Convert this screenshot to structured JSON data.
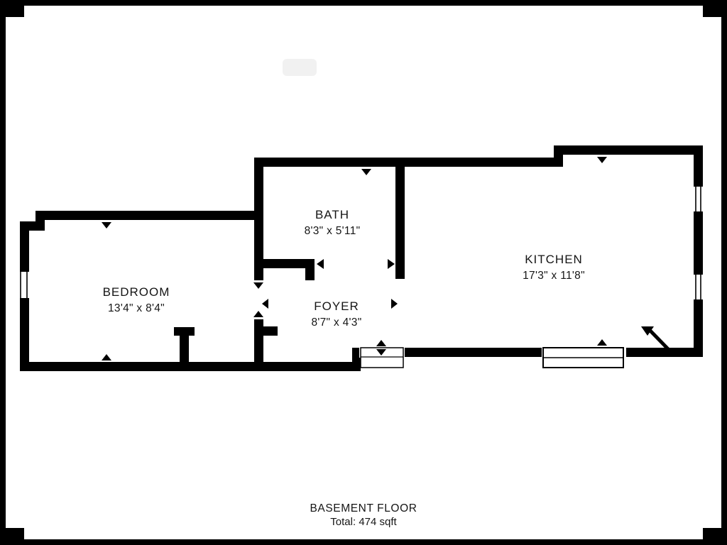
{
  "meta": {
    "title": "BASEMENT FLOOR",
    "total": "Total: 474 sqft"
  },
  "rooms": {
    "bedroom": {
      "name": "BEDROOM",
      "dims": "13'4\" x 8'4\""
    },
    "bath": {
      "name": "BATH",
      "dims": "8'3\" x 5'11\""
    },
    "foyer": {
      "name": "FOYER",
      "dims": "8'7\" x 4'3\""
    },
    "kitchen": {
      "name": "KITCHEN",
      "dims": "17'3\" x 11'8\""
    }
  },
  "colors": {
    "wall": "#000000",
    "background": "#ffffff",
    "text": "#151515"
  }
}
